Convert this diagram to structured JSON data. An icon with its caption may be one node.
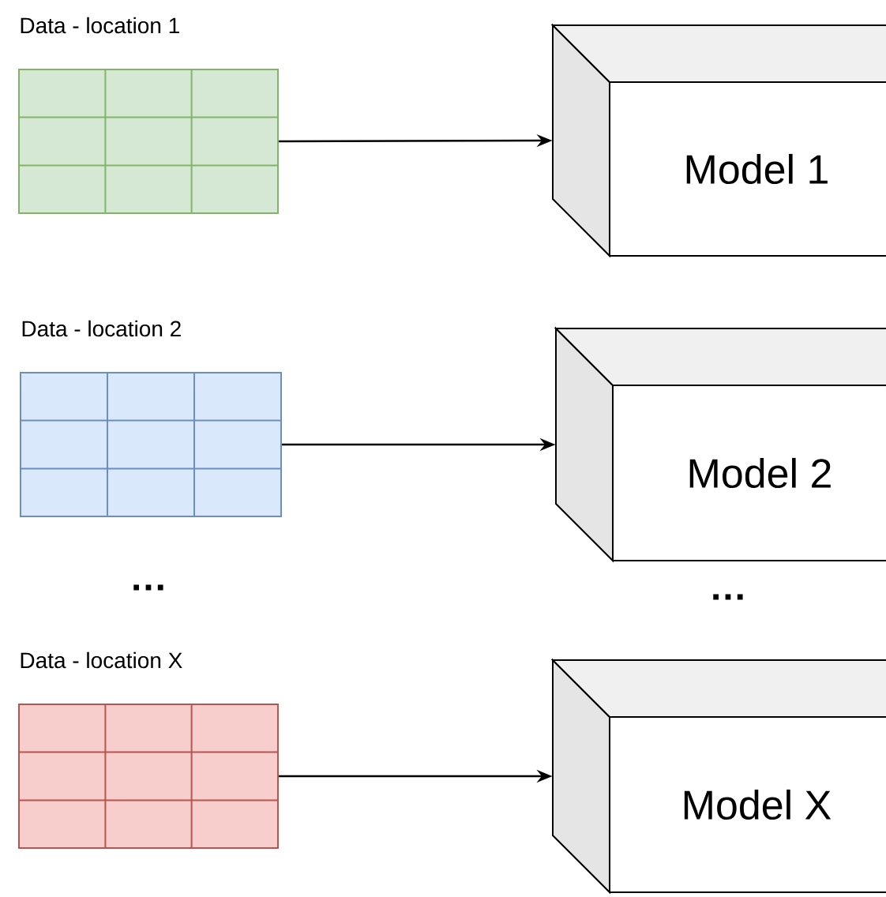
{
  "diagram": {
    "nodes": [
      {
        "text": [
          "Data - location 1"
        ]
      },
      {
        "text": [
          "Data - location 2"
        ]
      },
      {
        "text": [
          "Data - location X"
        ]
      },
      {
        "text": [
          "Model 1"
        ]
      },
      {
        "text": [
          "Model 2"
        ]
      },
      {
        "text": [
          "Model X"
        ]
      }
    ],
    "edges": [
      {
        "from": 0,
        "to": 3,
        "arrow": "to"
      },
      {
        "from": 1,
        "to": 4,
        "arrow": "to"
      },
      {
        "from": 2,
        "to": 5,
        "arrow": "to"
      }
    ],
    "labels": [
      "…",
      "…"
    ]
  }
}
